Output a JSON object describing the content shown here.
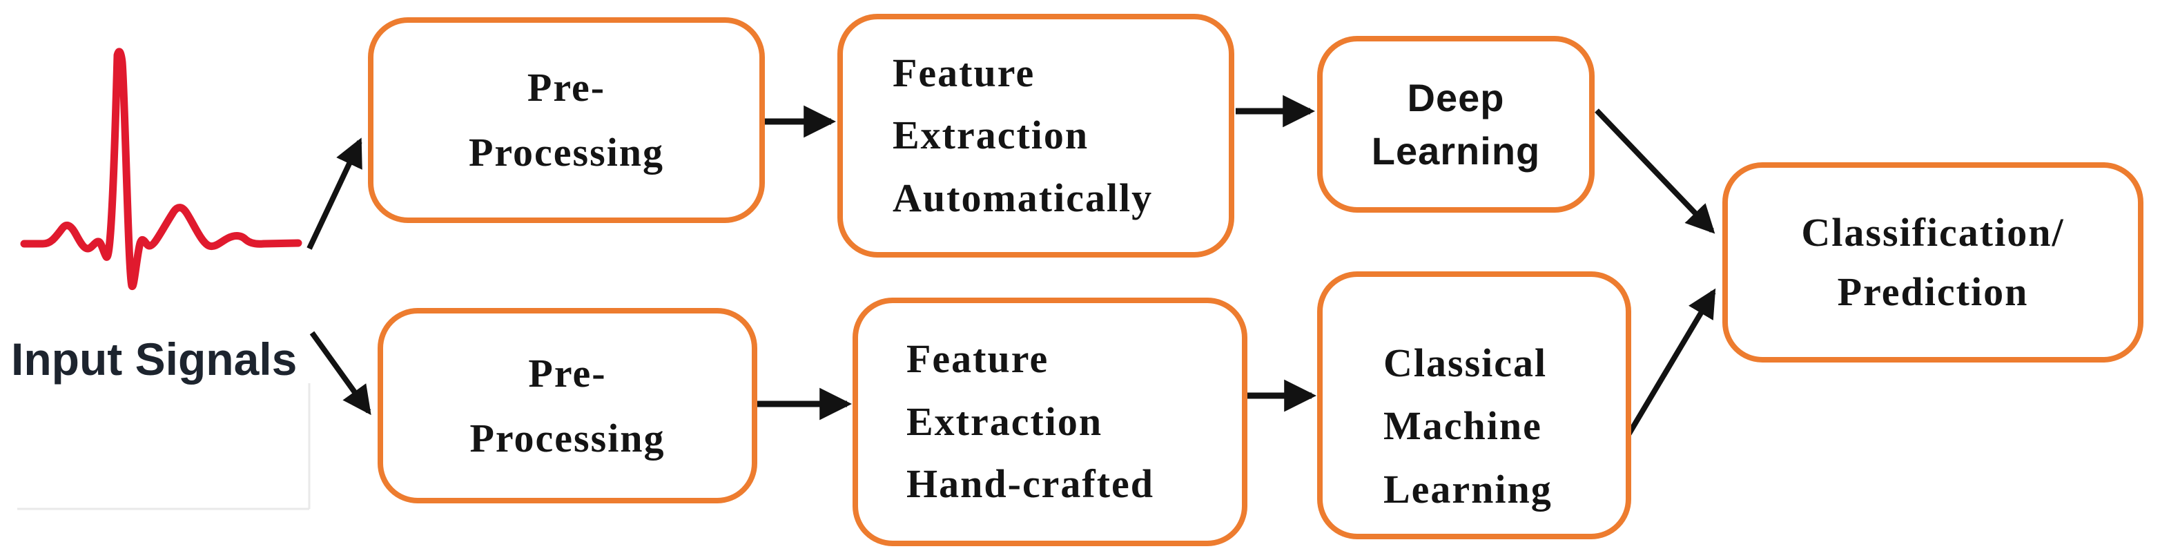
{
  "diagram": {
    "description": "Signal classification pipeline comparing deep learning and classical machine learning workflows",
    "colors": {
      "box_border": "#ED7C2F",
      "arrow": "#121212",
      "ecg_waveform": "#E01A2E",
      "box_text": "#141414",
      "input_label_text": "#1d242e"
    },
    "input": {
      "label": "Input Signals",
      "icon": "ecg-waveform-icon"
    },
    "boxes": {
      "pre_top": {
        "label": "Pre-\nProcessing"
      },
      "feature_auto": {
        "label": "Feature\nExtraction\nAutomatically"
      },
      "deep_learning": {
        "label": "Deep\nLearning"
      },
      "pre_bottom": {
        "label": "Pre-\nProcessing"
      },
      "feature_hand": {
        "label": "Feature\nExtraction\nHand-crafted"
      },
      "classical_ml": {
        "label": "Classical\nMachine\nLearning"
      },
      "classification": {
        "label": "Classification/\nPrediction"
      }
    },
    "connections": [
      {
        "from": "input-signals",
        "to": "pre-processing-top"
      },
      {
        "from": "input-signals",
        "to": "pre-processing-bottom"
      },
      {
        "from": "pre-processing-top",
        "to": "feature-extraction-automatically"
      },
      {
        "from": "feature-extraction-automatically",
        "to": "deep-learning"
      },
      {
        "from": "deep-learning",
        "to": "classification-prediction"
      },
      {
        "from": "pre-processing-bottom",
        "to": "feature-extraction-hand-crafted"
      },
      {
        "from": "feature-extraction-hand-crafted",
        "to": "classical-machine-learning"
      },
      {
        "from": "classical-machine-learning",
        "to": "classification-prediction"
      }
    ]
  }
}
